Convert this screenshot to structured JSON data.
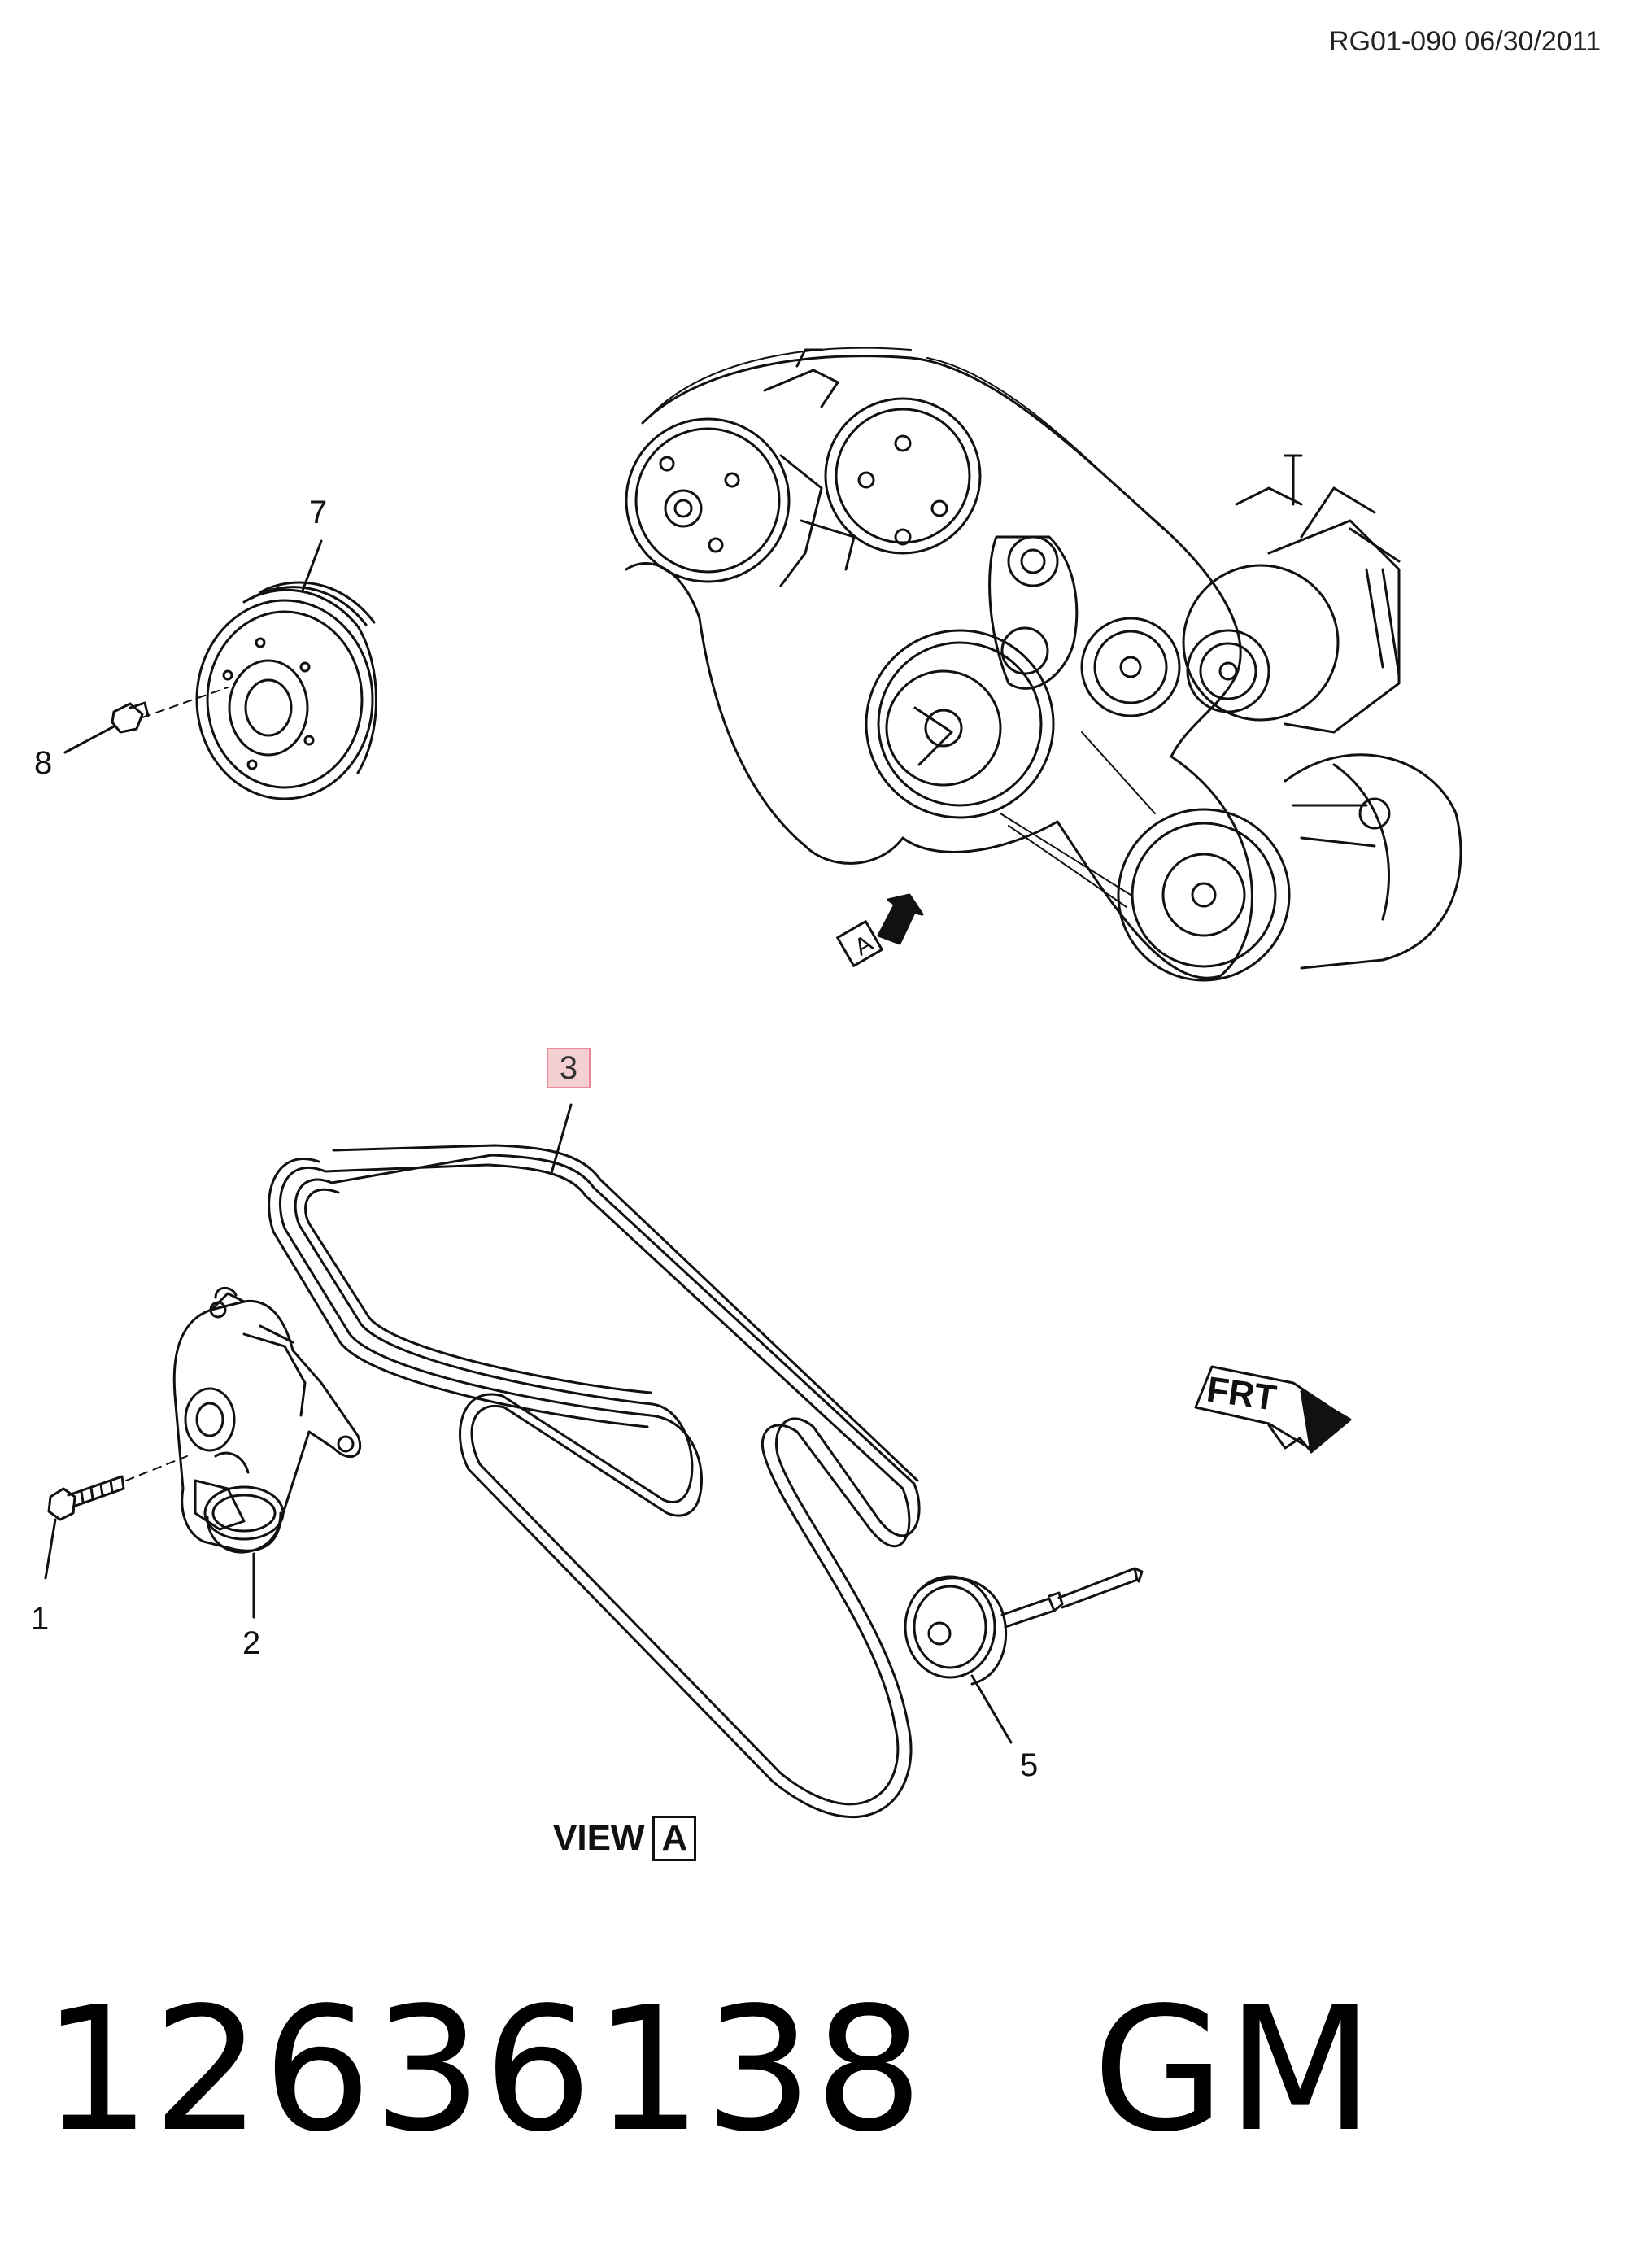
{
  "reference": "RG01-090 06/30/2011",
  "callouts": {
    "c1": "1",
    "c2": "2",
    "c3": "3",
    "c5": "5",
    "c7": "7",
    "c8": "8"
  },
  "view_arrow_letter": "A",
  "view_label": {
    "word": "VIEW",
    "letter": "A"
  },
  "front_indicator": "FRT",
  "part_number": "12636138",
  "brand": "GM"
}
